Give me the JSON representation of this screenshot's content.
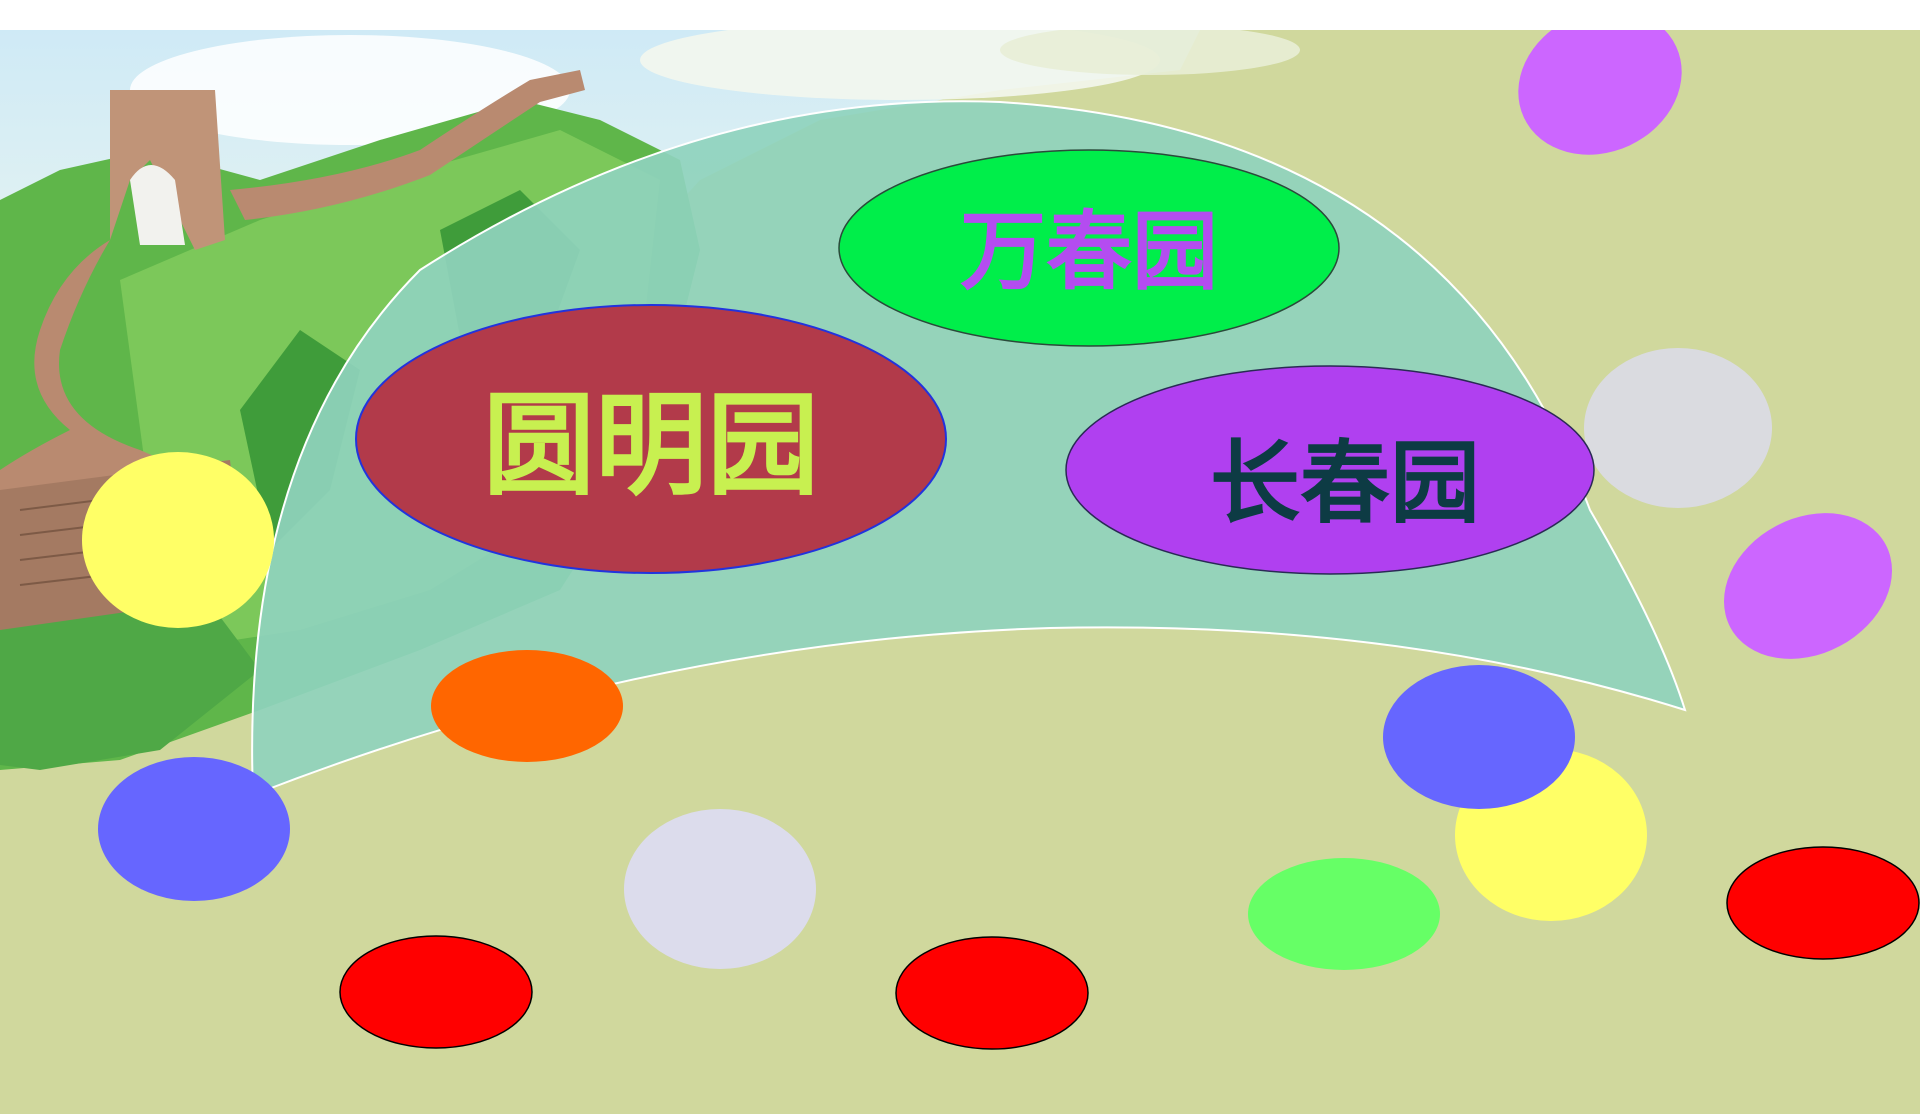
{
  "slide": {
    "background_color": "#d0d89d",
    "illustration": "great-wall-on-green-mountains",
    "fan_color": "#8fd3bd",
    "gardens": [
      {
        "label": "万春园",
        "fill": "#00ee4a",
        "text_color": "#b44cf0"
      },
      {
        "label": "圆明园",
        "fill": "#b23a4a",
        "text_color": "#c8f050"
      },
      {
        "label": "长春园",
        "fill": "#b040f0",
        "text_color": "#0d3b44"
      }
    ],
    "decorative_dot_colors": [
      "#ffff66",
      "#6666ff",
      "#ff6600",
      "#dcdcec",
      "#ff0000",
      "#66ff66",
      "#cc66ff"
    ]
  }
}
